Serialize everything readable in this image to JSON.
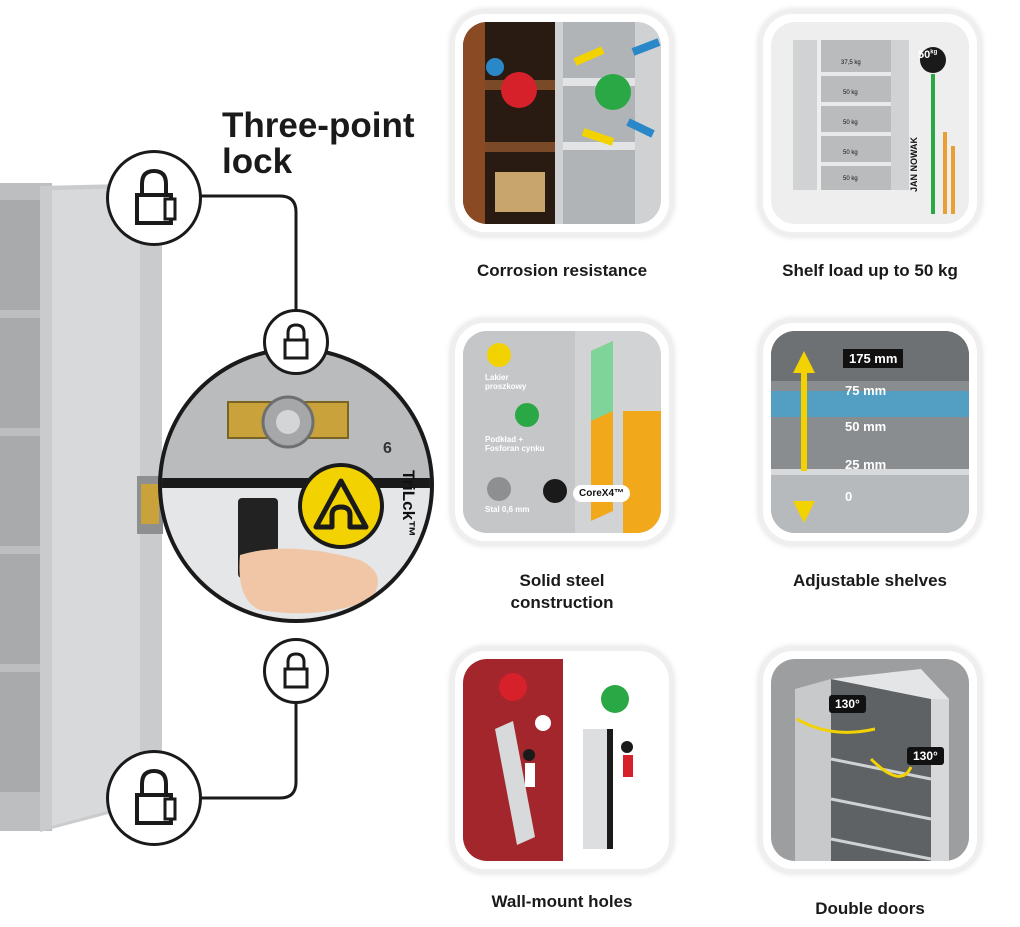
{
  "lock": {
    "title_line1": "Three-point",
    "title_line2": "lock",
    "trilock_label": "TriLck™",
    "plate_number": "6"
  },
  "features": [
    {
      "caption": "Corrosion resistance"
    },
    {
      "caption": "Shelf load up to 50 kg"
    },
    {
      "caption_line1": "Solid steel",
      "caption_line2": "construction"
    },
    {
      "caption": "Adjustable shelves"
    },
    {
      "caption": "Wall-mount holes"
    },
    {
      "caption": "Double doors"
    }
  ],
  "shelf_load": {
    "badge": "50",
    "badge_unit": "kg",
    "brand": "JAN NOWAK",
    "weights": [
      "37,5 kg",
      "50 kg",
      "50 kg",
      "50 kg",
      "50 kg"
    ]
  },
  "steel": {
    "layer1": "Lakier proszkowy",
    "layer2": "Podkład + Fosforan cynku",
    "layer3": "Stal 0,6 mm",
    "tech_badge": "CoreX4™"
  },
  "shelves": {
    "marks": [
      "175 mm",
      "75 mm",
      "50 mm",
      "25 mm",
      "0"
    ]
  },
  "doors": {
    "angle_left": "130°",
    "angle_right": "130°"
  },
  "colors": {
    "accent_yellow": "#f2d200",
    "sad_red": "#d6202a",
    "happy_green": "#2aa845",
    "wall_red": "#a3262c"
  }
}
